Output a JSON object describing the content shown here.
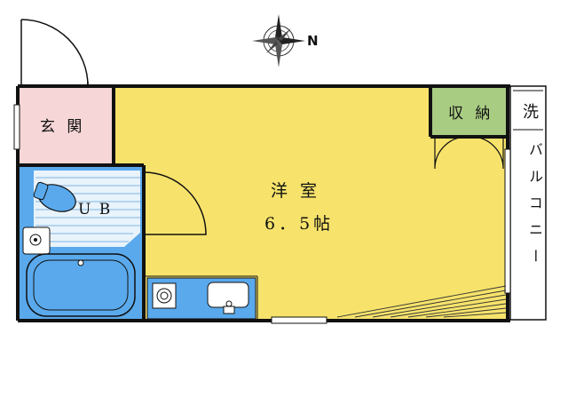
{
  "plan": {
    "compass": {
      "north_label": "N"
    },
    "rooms": {
      "entrance": {
        "label": "玄 関",
        "color": "#f6d6d6"
      },
      "closet": {
        "label": "収 納",
        "color": "#a9cc83"
      },
      "washer": {
        "label": "洗",
        "color": "#5aa9ec"
      },
      "unit_bath": {
        "label": "U B",
        "color": "#5aa9ec"
      },
      "main_room": {
        "name": "洋 室",
        "size": "6．5帖",
        "color": "#f7e36b"
      },
      "balcony": {
        "label": "バルコニー",
        "color": "#ffffff"
      },
      "kitchen": {
        "color": "#5aa9ec"
      }
    },
    "wall_color": "#111111"
  }
}
